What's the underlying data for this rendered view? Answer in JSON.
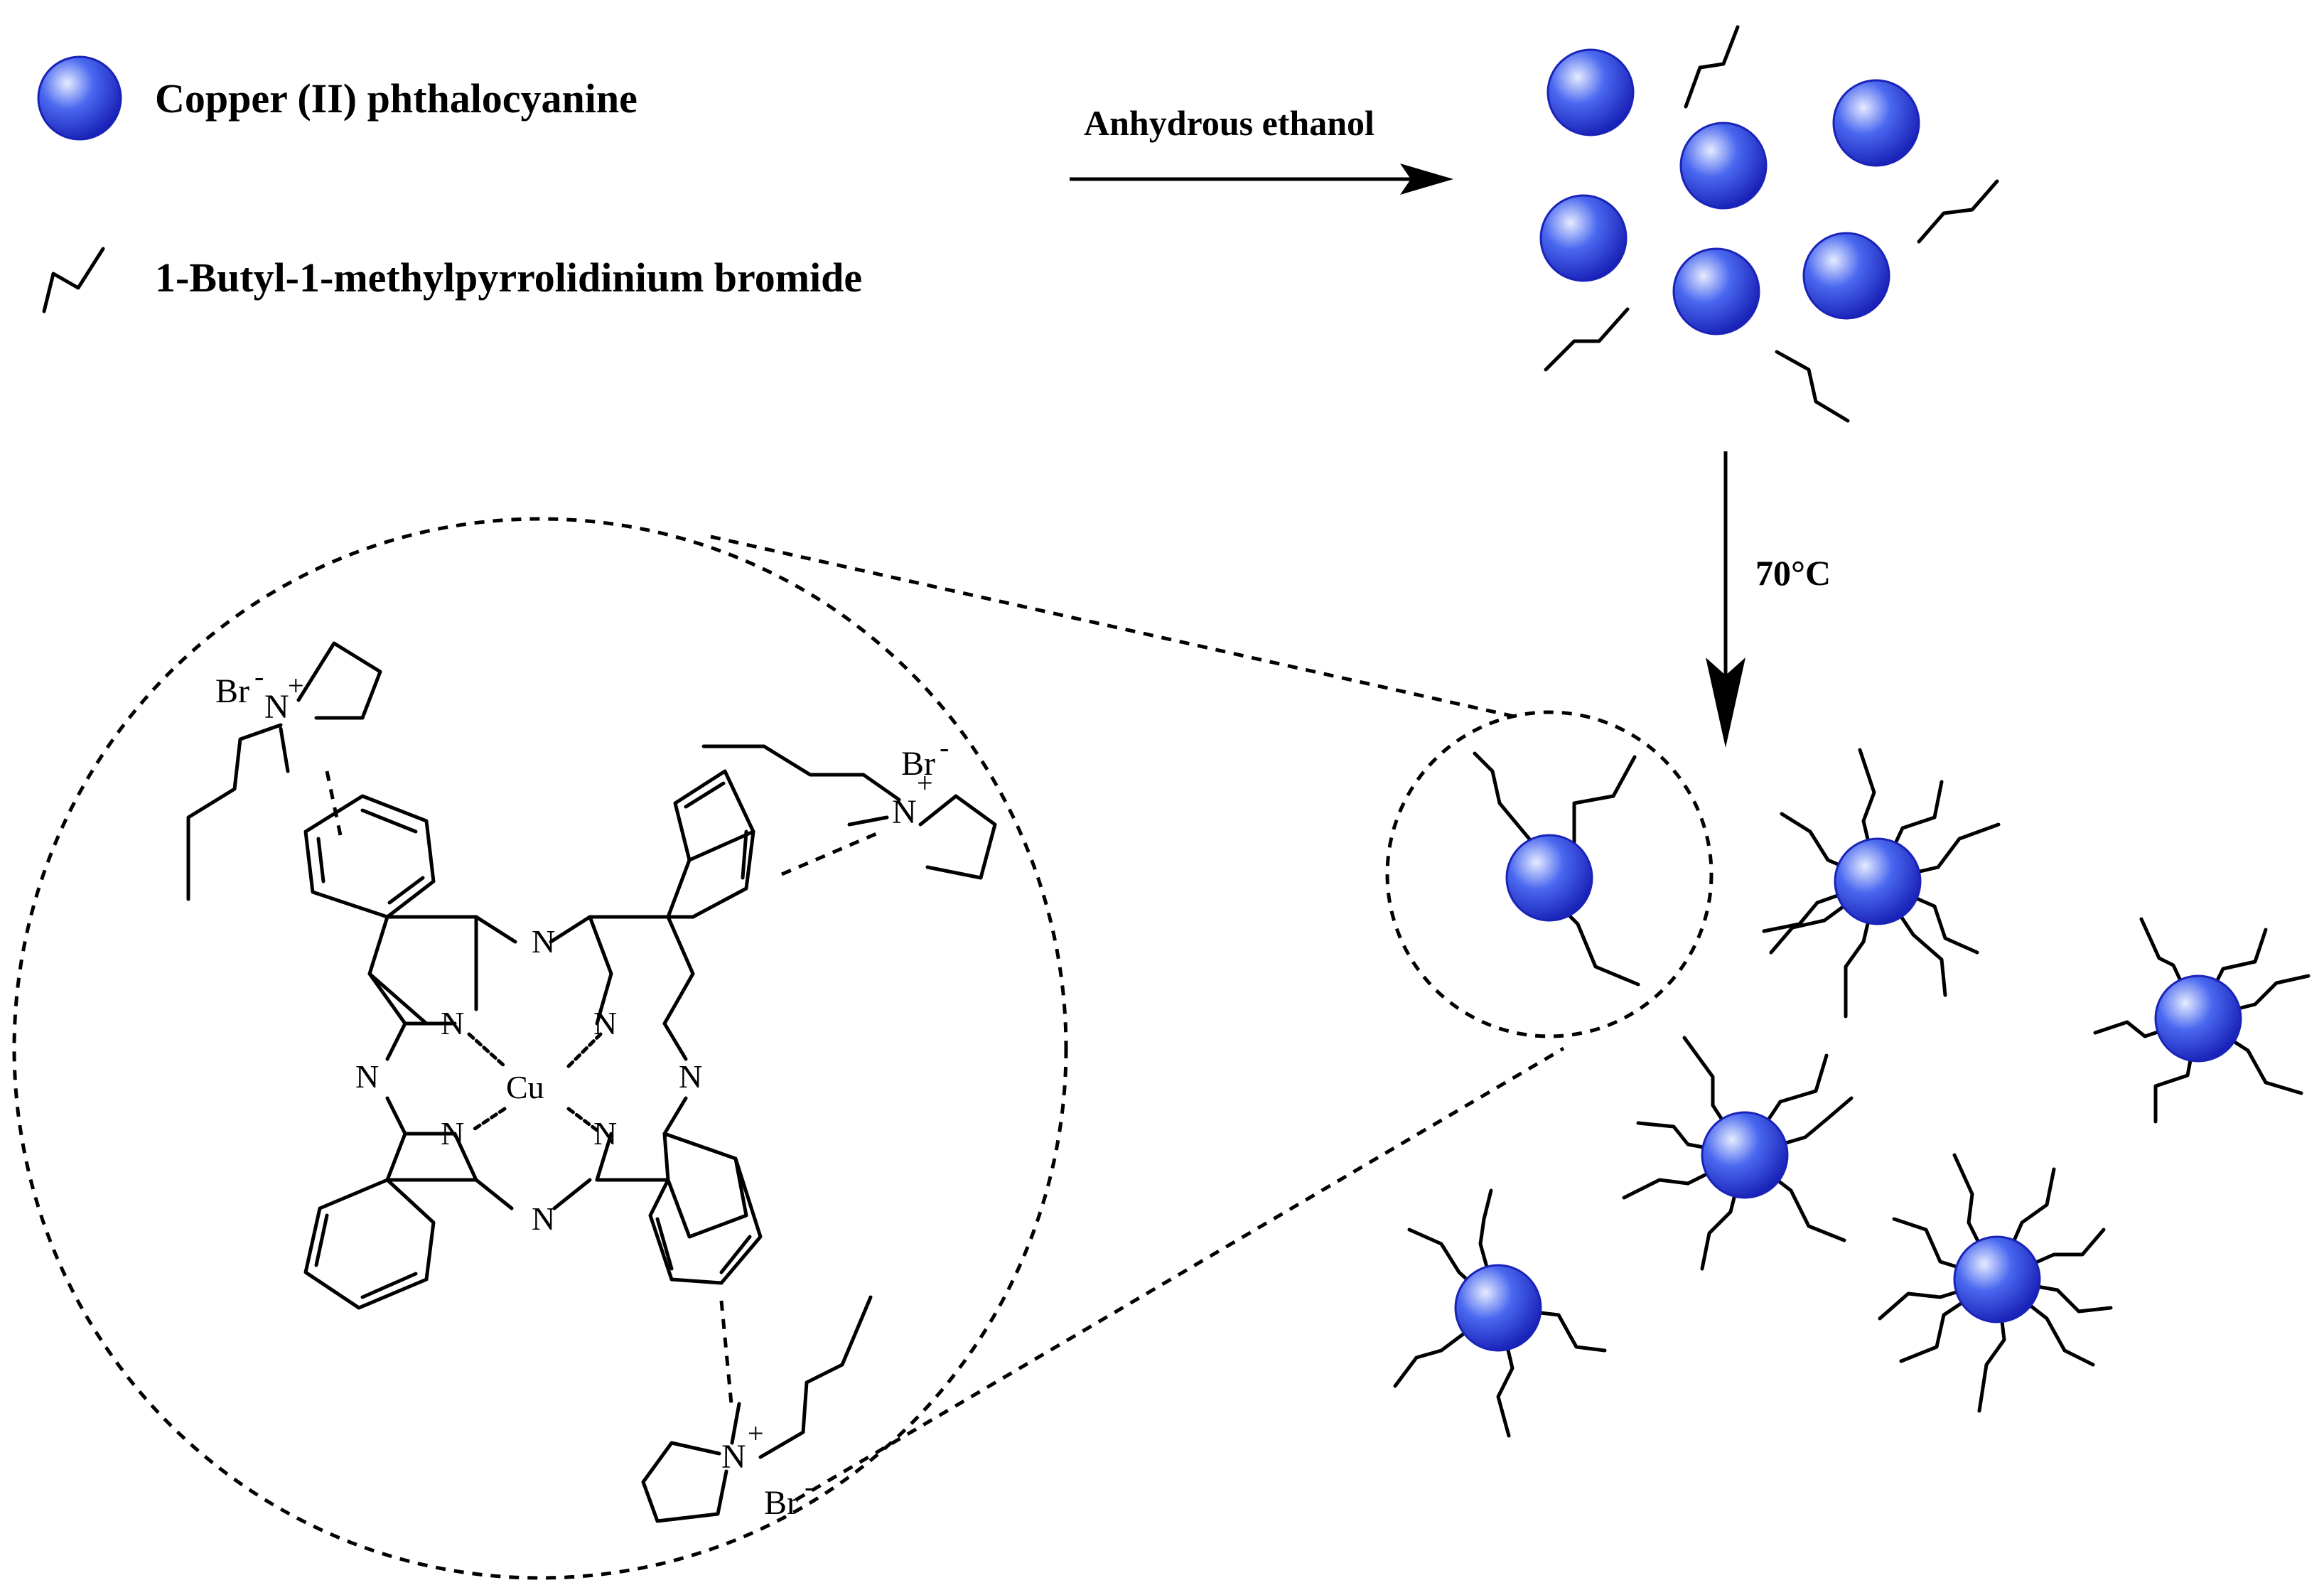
{
  "legend": {
    "sphere_label": "Copper (II) phthalocyanine",
    "chain_label": "1-Butyl-1-methylpyrrolidinium bromide"
  },
  "steps": {
    "step1_condition": "Anhydrous ethanol",
    "step2_condition": "70°C"
  },
  "structure": {
    "nitrogen": "N",
    "copper": "Cu",
    "bromide": "Br",
    "minus": "-",
    "plus": "+"
  },
  "colors": {
    "sphere_highlight": "#e6ecff",
    "sphere_mid": "#4a68f0",
    "sphere_dark": "#1a23b8",
    "line": "#000000"
  }
}
